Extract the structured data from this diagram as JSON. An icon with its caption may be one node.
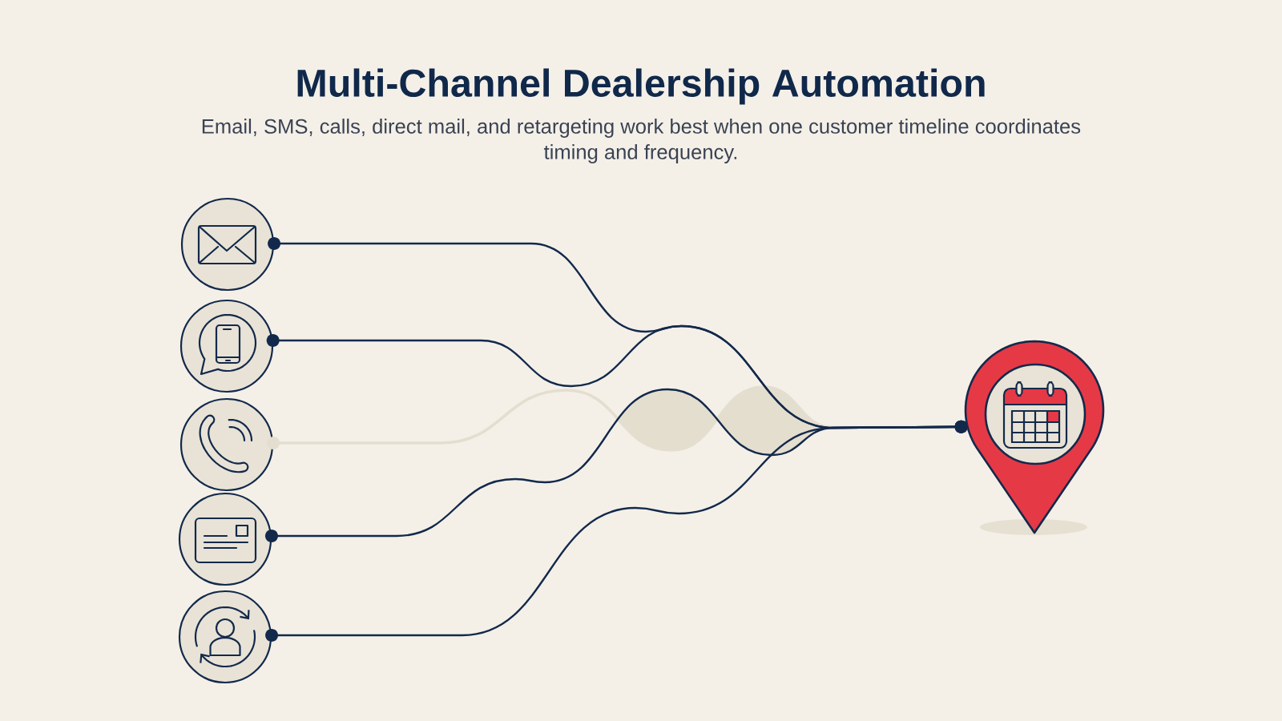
{
  "diagram": {
    "title": "Multi-Channel Dealership Automation",
    "nodes": [
      {
        "text": [],
        "shape": "circle"
      },
      {
        "text": [],
        "shape": "circle"
      },
      {
        "text": [],
        "shape": "circle"
      },
      {
        "text": [],
        "shape": "circle"
      },
      {
        "text": [],
        "shape": "circle"
      },
      {
        "text": [],
        "shape": "pin"
      }
    ],
    "edges": [
      {
        "from": 0,
        "to": 5,
        "arrow": "other"
      },
      {
        "from": 1,
        "to": 5,
        "arrow": "other"
      },
      {
        "from": 2,
        "to": 5,
        "arrow": "other",
        "color": "#e4ded0"
      },
      {
        "from": 3,
        "to": 5,
        "arrow": "other"
      },
      {
        "from": 4,
        "to": 5,
        "arrow": "other"
      }
    ],
    "labels": [
      "Email, SMS, calls, direct mail, and retargeting work best when one customer timeline coordinates timing and frequency."
    ]
  }
}
